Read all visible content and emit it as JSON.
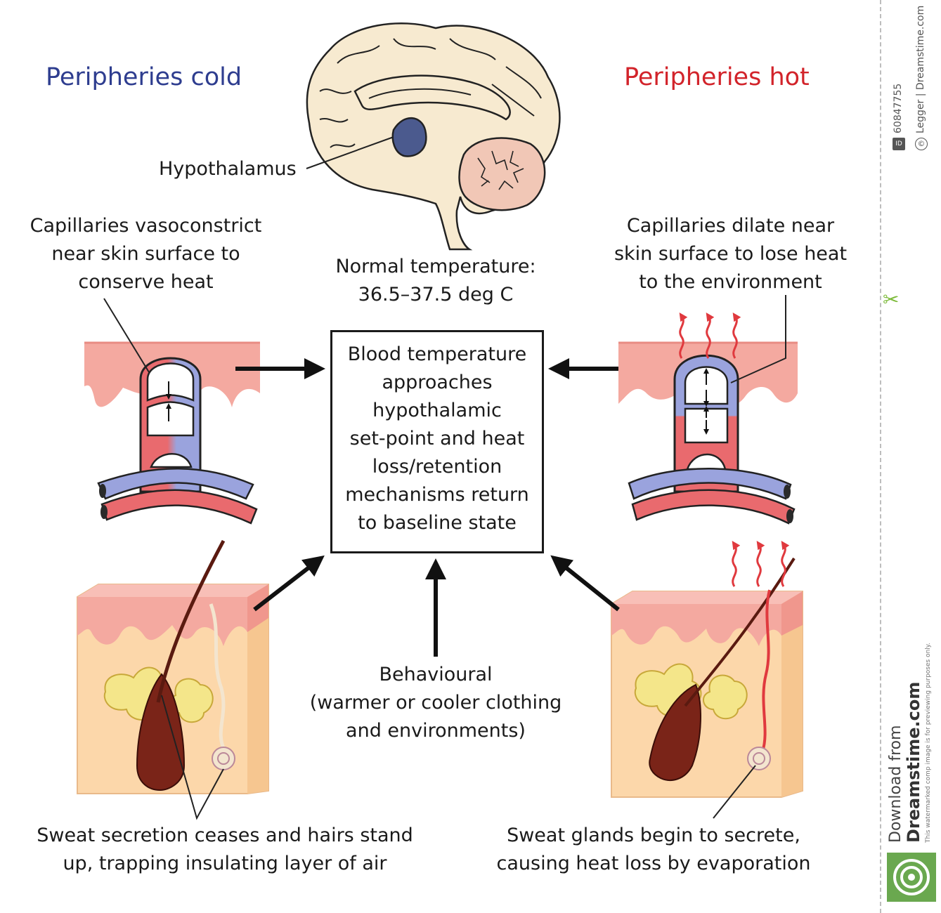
{
  "headings": {
    "cold": "Peripheries cold",
    "hot": "Peripheries hot"
  },
  "labels": {
    "hypothalamus": "Hypothalamus",
    "normal_temp": [
      "Normal temperature:",
      "36.5–37.5 deg C"
    ],
    "cold_capillaries": [
      "Capillaries vasoconstrict",
      "near skin surface to",
      "conserve heat"
    ],
    "hot_capillaries": [
      "Capillaries dilate near",
      "skin surface to lose heat",
      "to the environment"
    ],
    "center": [
      "Blood temperature",
      "approaches",
      "hypothalamic",
      "set-point and heat",
      "loss/retention",
      "mechanisms return",
      "to baseline state"
    ],
    "behavioural": [
      "Behavioural",
      "(warmer or cooler clothing",
      "and environments)"
    ],
    "cold_sweat": [
      "Sweat secretion ceases and hairs stand",
      "up, trapping insulating layer of air"
    ],
    "hot_sweat": [
      "Sweat glands begin to secrete,",
      "causing heat loss by evaporation"
    ]
  },
  "watermark": {
    "id": "60847755",
    "credit": "Legger | Dreamstime.com",
    "download": "Download from",
    "site": "Dreamstime.com",
    "note": "This watermarked comp image is for previewing purposes only."
  },
  "colors": {
    "cold_heading": "#2e3d8f",
    "hot_heading": "#d2232a",
    "skin": "#f4a9a0",
    "artery": "#e96a6e",
    "vein": "#9aa3dd",
    "tissue": "#fcd7aa",
    "hair": "#7a2418",
    "arrow": "#111111",
    "heat_wave": "#e0393e"
  }
}
